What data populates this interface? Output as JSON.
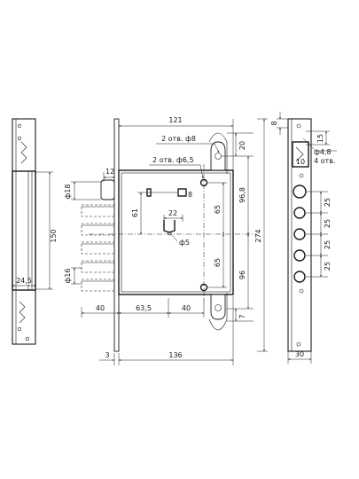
{
  "dimensions": {
    "left_plate_height": "150",
    "left_plate_width": "24,5",
    "body_width_top": "121",
    "holes_8": "2 отв. ф8",
    "holes_6_5": "2 отв. ф6,5",
    "offset_20": "20",
    "offset_12": "12",
    "bolt_dia_18": "ф18",
    "bolt_dia_16": "ф16",
    "height_61": "61",
    "width_22": "22",
    "square_8": "8",
    "dia_5": "ф5",
    "height_65_top": "65",
    "height_65_bottom": "65",
    "height_96_8": "96,8",
    "height_96": "96",
    "total_274": "274",
    "offset_7": "7",
    "bolt_spacing_40_left": "40",
    "backset_63_5": "63,5",
    "bolt_spacing_40_right": "40",
    "faceplate_thickness_3": "3",
    "overall_136": "136",
    "faceplate_8": "8",
    "faceplate_15": "15",
    "faceplate_10": "10",
    "hole_dia_4_8": "ф4,8",
    "holes_count_4": "4 отв.",
    "spacing_25_1": "25",
    "spacing_25_2": "25",
    "spacing_25_3": "25",
    "spacing_25_4": "25",
    "faceplate_width_30": "30"
  }
}
